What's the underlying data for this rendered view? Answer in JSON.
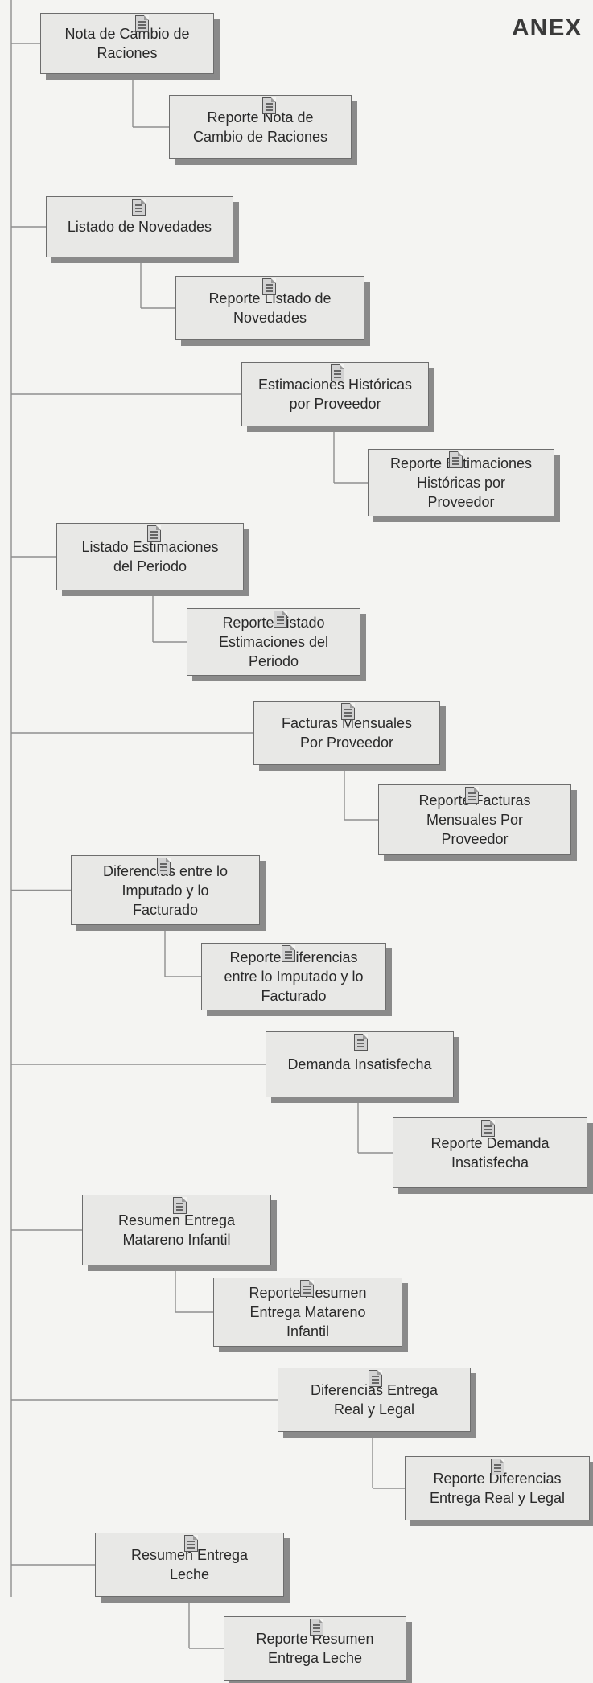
{
  "header": {
    "title": "ANEX"
  },
  "nodes": [
    {
      "id": "n1",
      "label": "Nota de Cambio de\nRaciones"
    },
    {
      "id": "n1r",
      "label": "Reporte Nota de\nCambio de Raciones"
    },
    {
      "id": "n2",
      "label": "Listado de Novedades"
    },
    {
      "id": "n2r",
      "label": "Reporte Listado de\nNovedades"
    },
    {
      "id": "n3",
      "label": "Estimaciones Históricas\npor Proveedor"
    },
    {
      "id": "n3r",
      "label": "Reporte Estimaciones\nHistóricas por\nProveedor"
    },
    {
      "id": "n4",
      "label": "Listado Estimaciones\ndel Periodo"
    },
    {
      "id": "n4r",
      "label": "Reporte Listado\nEstimaciones del\nPeriodo"
    },
    {
      "id": "n5",
      "label": "Facturas Mensuales\nPor Proveedor"
    },
    {
      "id": "n5r",
      "label": "Reporte Facturas\nMensuales Por\nProveedor"
    },
    {
      "id": "n6",
      "label": "Diferencias entre lo\nImputado y lo\nFacturado"
    },
    {
      "id": "n6r",
      "label": "Reporte Diferencias\nentre lo Imputado y lo\nFacturado"
    },
    {
      "id": "n7",
      "label": "Demanda Insatisfecha"
    },
    {
      "id": "n7r",
      "label": "Reporte Demanda\nInsatisfecha"
    },
    {
      "id": "n8",
      "label": "Resumen Entrega\nMatareno Infantil"
    },
    {
      "id": "n8r",
      "label": "Reporte Resumen\nEntrega Matareno\nInfantil"
    },
    {
      "id": "n9",
      "label": "Diferencias Entrega\nReal y Legal"
    },
    {
      "id": "n9r",
      "label": "Reporte Diferencias\nEntrega Real y Legal"
    },
    {
      "id": "n10",
      "label": "Resumen Entrega\nLeche"
    },
    {
      "id": "n10r",
      "label": "Reporte Resumen\nEntrega Leche"
    }
  ]
}
